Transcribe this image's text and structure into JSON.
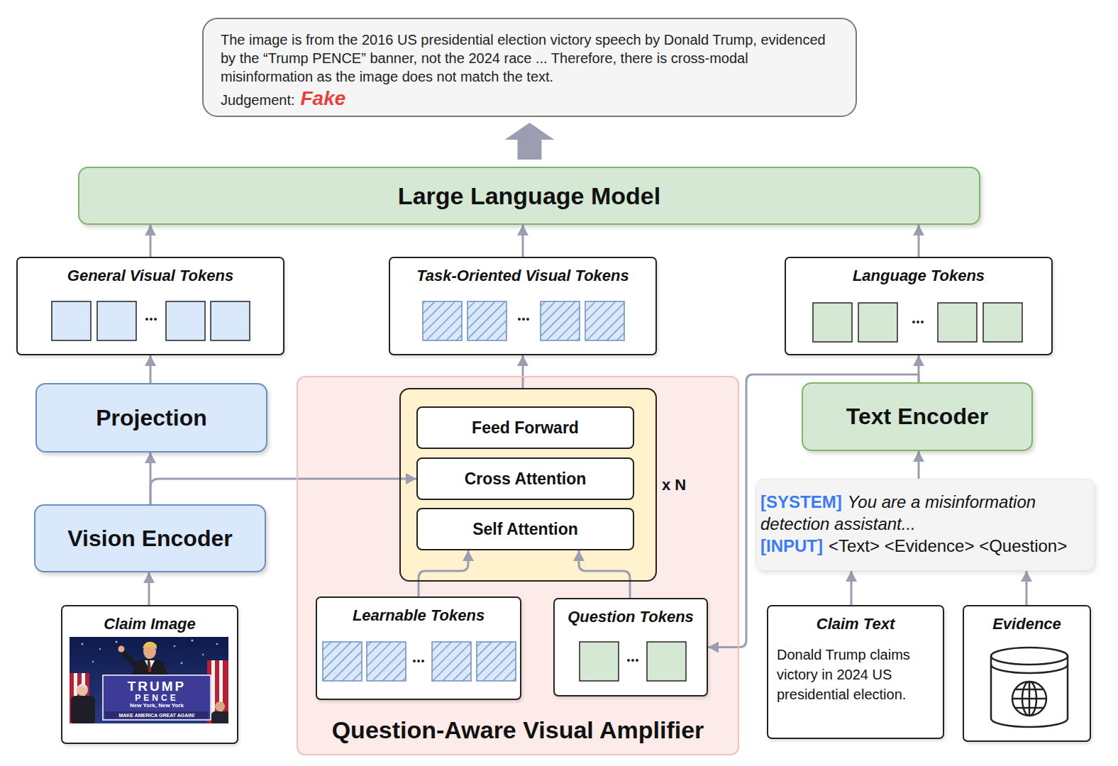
{
  "diagram": {
    "nodes": [
      {
        "text": [
          "The image is from the 2016 US presidential election victory speech by Donald Trump, evidenced by the “Trump PENCE” banner, not the 2024 race ... Therefore, there is cross-modal misinformation as the image does not match the text.",
          "Judgement:",
          "Fake"
        ]
      },
      {
        "text": [
          "Large Language Model"
        ]
      },
      {
        "text": [
          "General Visual Tokens"
        ]
      },
      {
        "text": [
          "Task-Oriented Visual Tokens"
        ]
      },
      {
        "text": [
          "Language Tokens"
        ]
      },
      {
        "text": [
          "Projection"
        ]
      },
      {
        "text": [
          "Question-Aware Visual Amplifier"
        ]
      },
      {
        "text": [
          "x N"
        ],
        "in": 6
      },
      {
        "text": [
          "Feed Forward"
        ],
        "in": 7
      },
      {
        "text": [
          "Cross Attention"
        ],
        "in": 7
      },
      {
        "text": [
          "Self Attention"
        ],
        "in": 7
      },
      {
        "text": [
          "Learnable Tokens"
        ],
        "in": 6
      },
      {
        "text": [
          "Question Tokens"
        ],
        "in": 6
      },
      {
        "text": [
          "Text Encoder"
        ]
      },
      {
        "text": [
          "Vision Encoder"
        ]
      },
      {
        "text": [
          "[SYSTEM]",
          "You are a misinformation detection assistant...",
          "[INPUT]",
          "<Text> <Evidence> <Question>"
        ]
      },
      {
        "text": [
          "Claim Image"
        ]
      },
      {
        "text": [
          "Claim Text",
          "Donald Trump claims victory in 2024 US presidential election."
        ]
      },
      {
        "text": [
          "Evidence"
        ]
      }
    ],
    "edges": [
      {
        "from": 1,
        "to": 0,
        "arrow": "to"
      },
      {
        "from": 2,
        "to": 1,
        "arrow": "to"
      },
      {
        "from": 3,
        "to": 1,
        "arrow": "to"
      },
      {
        "from": 4,
        "to": 1,
        "arrow": "to"
      },
      {
        "from": 5,
        "to": 2,
        "arrow": "to"
      },
      {
        "from": 14,
        "to": 5,
        "arrow": "to"
      },
      {
        "from": 14,
        "to": 9,
        "arrow": "to"
      },
      {
        "from": 7,
        "to": 3,
        "arrow": "to"
      },
      {
        "from": 11,
        "to": 10,
        "arrow": "to"
      },
      {
        "from": 12,
        "to": 10,
        "arrow": "to"
      },
      {
        "from": 13,
        "to": 4,
        "arrow": "to"
      },
      {
        "from": 13,
        "to": 12,
        "arrow": "to"
      },
      {
        "from": 15,
        "to": 13,
        "arrow": "to"
      },
      {
        "from": 16,
        "to": 14,
        "arrow": "to"
      },
      {
        "from": 17,
        "to": 15,
        "arrow": "to"
      },
      {
        "from": 18,
        "to": 15,
        "arrow": "to"
      }
    ],
    "labels": [
      "TRUMP",
      "PENCE",
      "New York, New York",
      "MAKE AMERICA GREAT AGAIN!"
    ]
  }
}
